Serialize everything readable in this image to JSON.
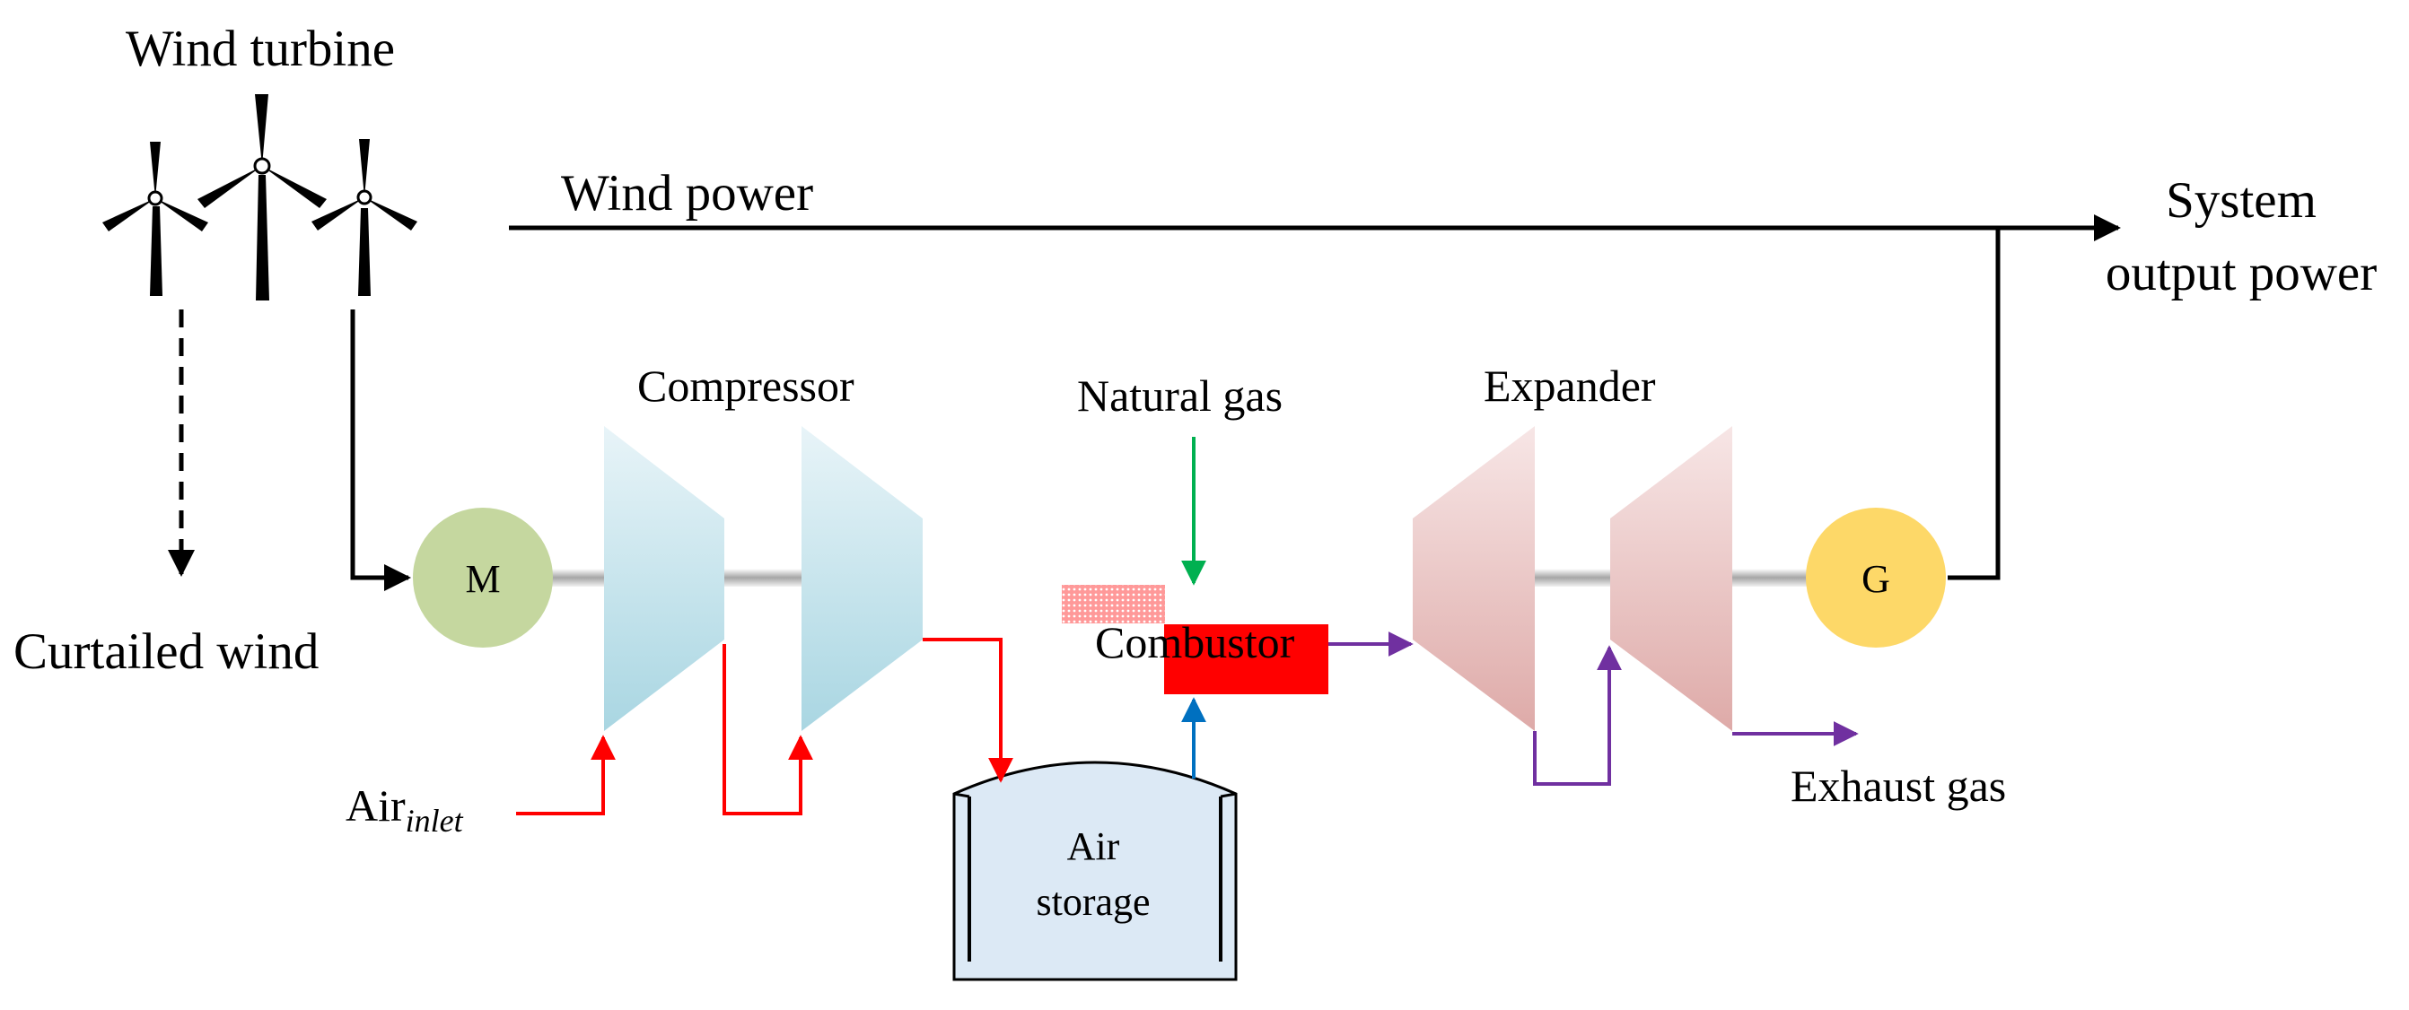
{
  "labels": {
    "wind_turbine": "Wind turbine",
    "wind_power": "Wind power",
    "system_output_line1": "System",
    "system_output_line2": "output power",
    "curtailed_wind": "Curtailed wind",
    "compressor": "Compressor",
    "natural_gas": "Natural gas",
    "expander": "Expander",
    "combustor": "Combustor",
    "exhaust_gas": "Exhaust gas",
    "air_inlet_main": "Air",
    "air_inlet_sub": "inlet",
    "air_storage_line1": "Air",
    "air_storage_line2": "storage",
    "motor": "M",
    "generator": "G"
  },
  "colors": {
    "motor": "#c5d79f",
    "generator": "#fdd868",
    "compressor_top": "#e8f4f8",
    "compressor_bottom": "#a9d6e2",
    "expander_top": "#f7e6e6",
    "expander_bottom": "#deaaa8",
    "combustor": "#ff0000",
    "air_storage": "#dce9f5",
    "air_flow": "#ff0000",
    "gas_flow": "#7030a0",
    "natural_gas_flow": "#00b050",
    "storage_release": "#0070c0",
    "power_line": "#000000"
  }
}
